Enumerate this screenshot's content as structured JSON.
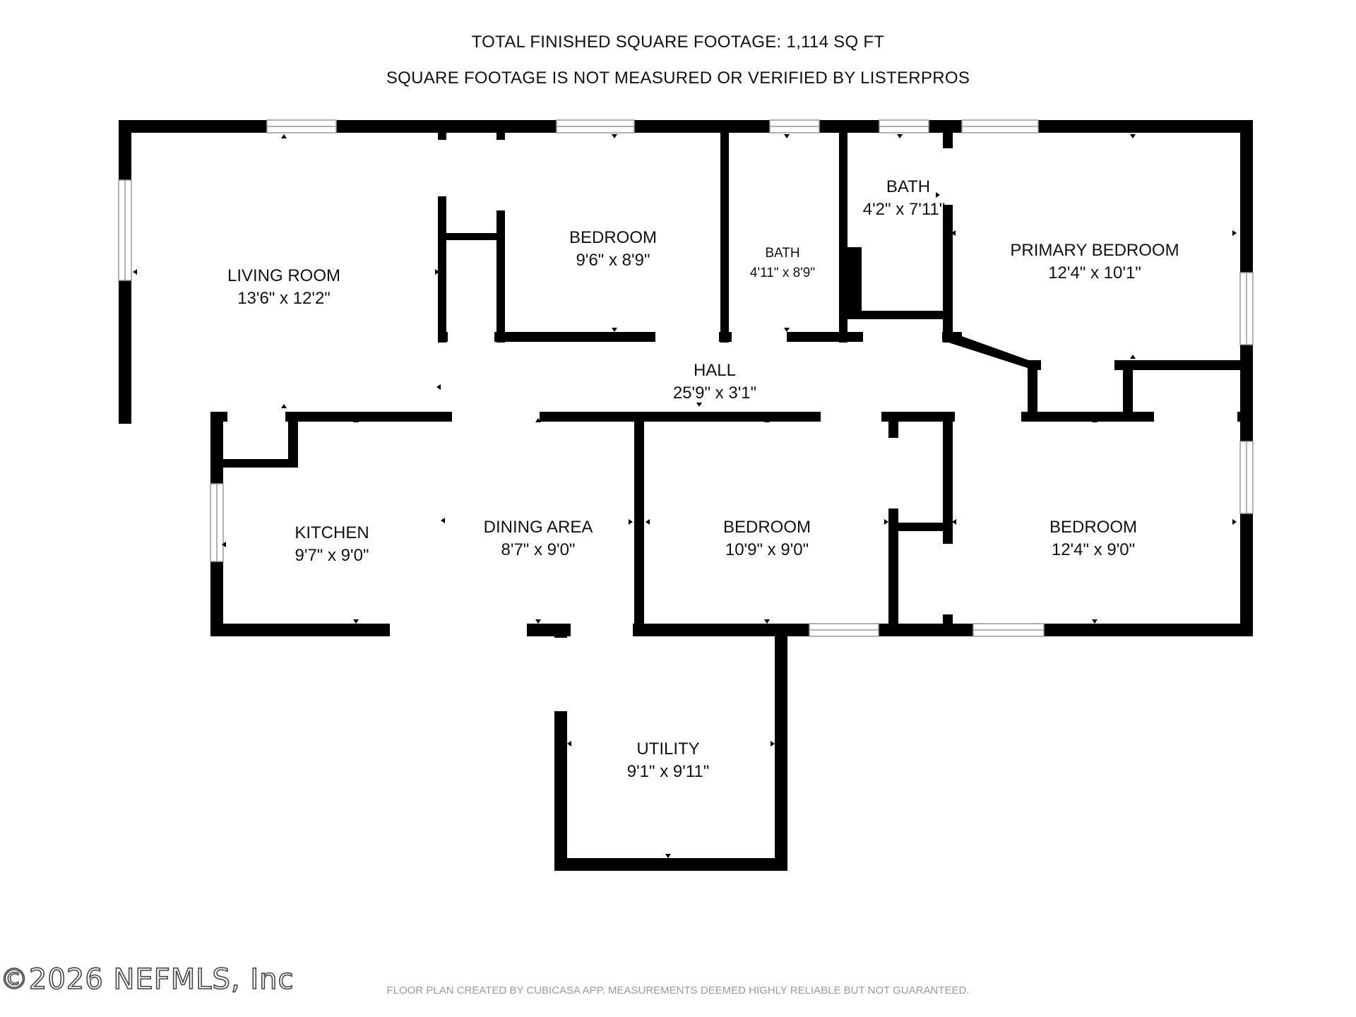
{
  "header": {
    "total_sqft": "TOTAL FINISHED SQUARE FOOTAGE: 1,114 SQ FT",
    "disclaimer": "SQUARE FOOTAGE IS NOT MEASURED OR VERIFIED BY LISTERPROS"
  },
  "rooms": [
    {
      "id": "living-room",
      "name": "LIVING ROOM",
      "dims": "13'6\" x 12'2\""
    },
    {
      "id": "bedroom-1",
      "name": "BEDROOM",
      "dims": "9'6\" x 8'9\""
    },
    {
      "id": "bath-1",
      "name": "BATH",
      "dims": "4'11\" x 8'9\""
    },
    {
      "id": "bath-2",
      "name": "BATH",
      "dims": "4'2\" x 7'11\""
    },
    {
      "id": "primary-bedroom",
      "name": "PRIMARY BEDROOM",
      "dims": "12'4\" x 10'1\""
    },
    {
      "id": "hall",
      "name": "HALL",
      "dims": "25'9\" x 3'1\""
    },
    {
      "id": "kitchen",
      "name": "KITCHEN",
      "dims": "9'7\" x 9'0\""
    },
    {
      "id": "dining-area",
      "name": "DINING AREA",
      "dims": "8'7\" x 9'0\""
    },
    {
      "id": "bedroom-2",
      "name": "BEDROOM",
      "dims": "10'9\" x 9'0\""
    },
    {
      "id": "bedroom-3",
      "name": "BEDROOM",
      "dims": "12'4\" x 9'0\""
    },
    {
      "id": "utility",
      "name": "UTILITY",
      "dims": "9'1\" x 9'11\""
    }
  ],
  "watermark": "©2026 NEFMLS, Inc",
  "footer": "FLOOR PLAN CREATED BY CUBICASA APP. MEASUREMENTS DEEMED HIGHLY RELIABLE BUT NOT GUARANTEED.",
  "colors": {
    "wall": "#000000",
    "window": "#9a9a9a",
    "text": "#111111",
    "footer": "#9a9a9a"
  }
}
